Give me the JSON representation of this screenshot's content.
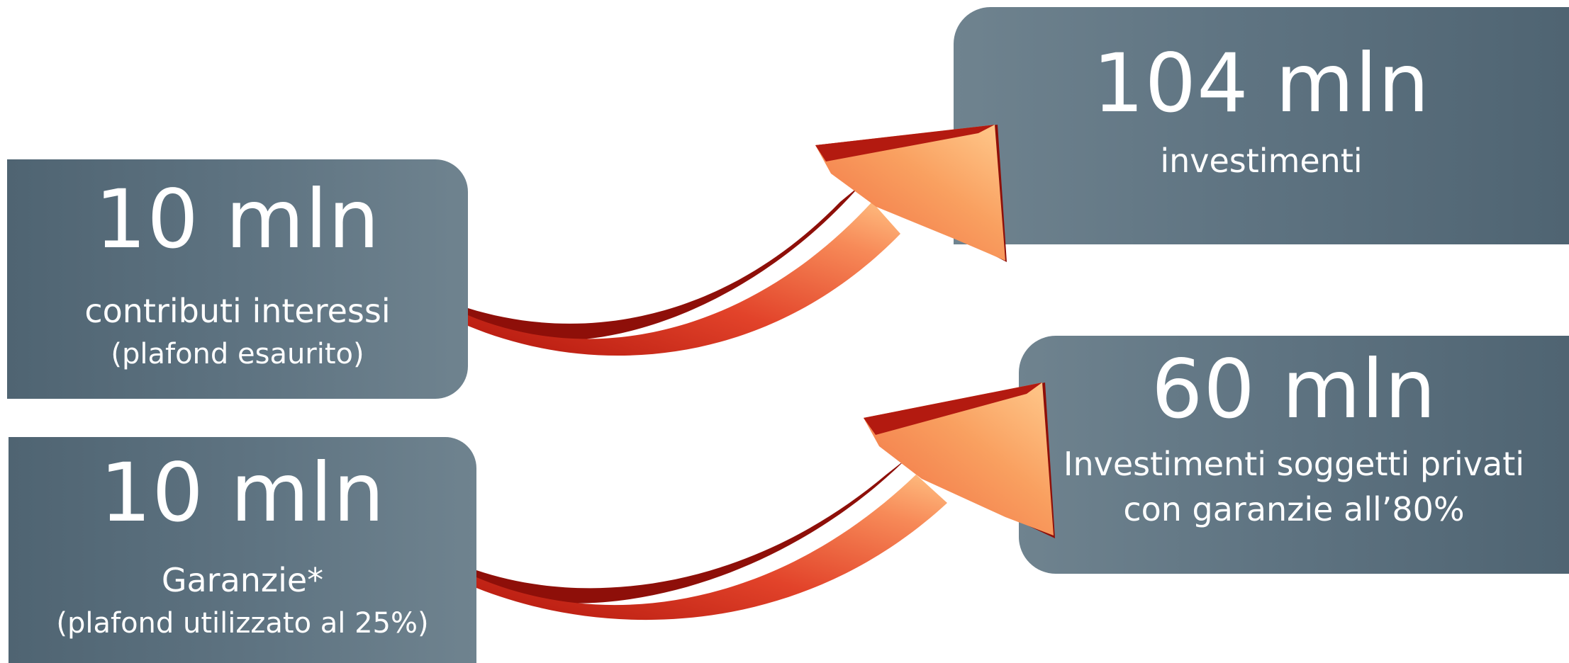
{
  "left_boxes": [
    {
      "value": "10 mln",
      "line1": "contributi interessi",
      "line2": "(plafond esaurito)"
    },
    {
      "value": "10 mln",
      "line1": "Garanzie*",
      "line2": "(plafond utilizzato al 25%)"
    }
  ],
  "right_boxes": [
    {
      "value": "104 mln",
      "line1": "investimenti"
    },
    {
      "value": "60 mln",
      "line1": "Investimenti soggetti privati",
      "line2": "con garanzie all’80%"
    }
  ],
  "colors": {
    "box_dark": "#4f6472",
    "box_light": "#6f838f",
    "arrow_red": "#a3140c",
    "arrow_orange": "#f2734a",
    "arrow_light": "#ffc183"
  }
}
